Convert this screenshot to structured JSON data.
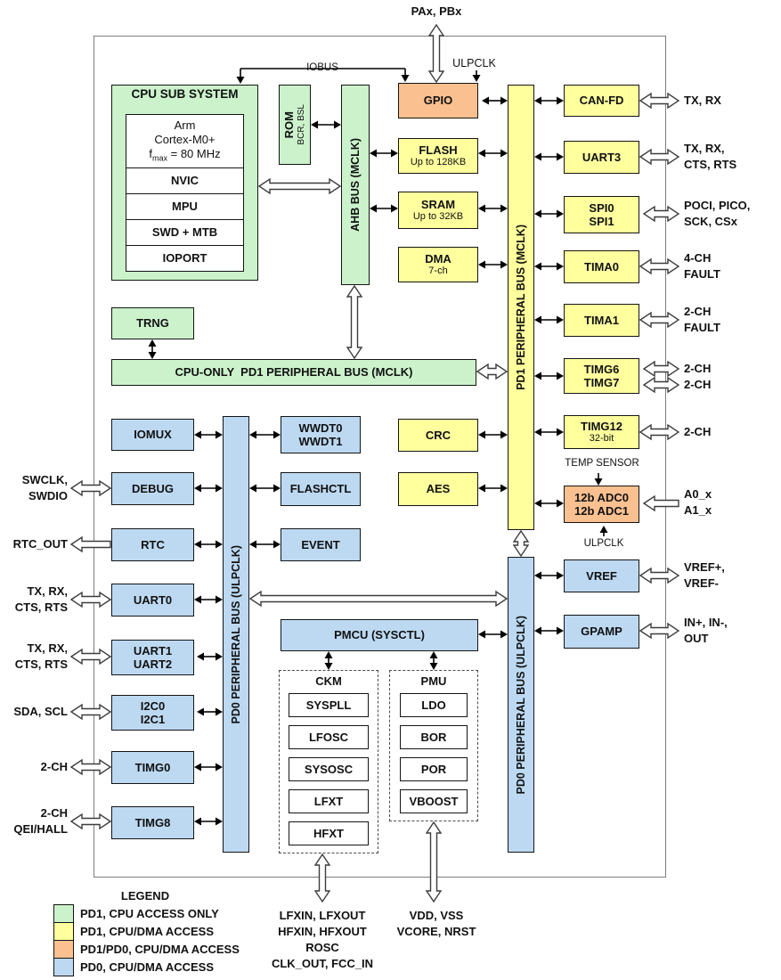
{
  "colors": {
    "pd1_cpu_only": "#ccf2cc",
    "pd1_cpu_dma": "#ffff9e",
    "pd1_pd0_cpu_dma": "#fac090",
    "pd0_cpu_dma": "#bdd9f2"
  },
  "top": {
    "port_pins": "PAx, PBx",
    "ulpclk": "ULPCLK",
    "iobus": "IOBUS"
  },
  "cpu": {
    "title": "CPU SUB SYSTEM",
    "core_line1": "Arm",
    "core_line2": "Cortex-M0+",
    "fmax_prefix": "f",
    "fmax_sub": "max",
    "fmax_suffix": " = 80 MHz",
    "rows": [
      "NVIC",
      "MPU",
      "SWD + MTB",
      "IOPORT"
    ]
  },
  "rom": {
    "title": "ROM",
    "subtitle": "BCR, BSL"
  },
  "buses": {
    "ahb": "AHB BUS (MCLK)",
    "pd1": "PD1 PERIPHERAL BUS (MCLK)",
    "cpu_only": "CPU-ONLY  PD1 PERIPHERAL BUS (MCLK)",
    "pd0_left": "PD0 PERIPHERAL BUS (ULPCLK)",
    "pd0_right": "PD0 PERIPHERAL BUS (ULPCLK)"
  },
  "memory": {
    "gpio": "GPIO",
    "flash": "FLASH",
    "flash_sub": "Up to 128KB",
    "sram": "SRAM",
    "sram_sub": "Up to 32KB",
    "dma": "DMA",
    "dma_sub": "7-ch"
  },
  "pd1_peripherals": {
    "trng": "TRNG",
    "canfd": "CAN-FD",
    "uart3": "UART3",
    "spi0": "SPI0",
    "spi1": "SPI1",
    "tima0": "TIMA0",
    "tima1": "TIMA1",
    "timg6": "TIMG6",
    "timg7": "TIMG7",
    "timg12": "TIMG12",
    "timg12_sub": "32-bit",
    "crc": "CRC",
    "aes": "AES"
  },
  "analog": {
    "temp_sensor": "TEMP SENSOR",
    "adc0": "12b ADC0",
    "adc1": "12b ADC1",
    "ulpclk": "ULPCLK",
    "vref": "VREF",
    "gpamp": "GPAMP"
  },
  "pd0_peripherals": {
    "iomux": "IOMUX",
    "debug": "DEBUG",
    "rtc": "RTC",
    "uart0": "UART0",
    "uart1": "UART1",
    "uart2": "UART2",
    "i2c0": "I2C0",
    "i2c1": "I2C1",
    "timg0": "TIMG0",
    "timg8": "TIMG8",
    "wwdt0": "WWDT0",
    "wwdt1": "WWDT1",
    "flashctl": "FLASHCTL",
    "event": "EVENT",
    "pmcu": "PMCU (SYSCTL)"
  },
  "ckm": {
    "title": "CKM",
    "items": [
      "SYSPLL",
      "LFOSC",
      "SYSOSC",
      "LFXT",
      "HFXT"
    ]
  },
  "pmu": {
    "title": "PMU",
    "items": [
      "LDO",
      "BOR",
      "POR",
      "VBOOST"
    ]
  },
  "pins_left": [
    [
      "SWCLK,",
      "SWDIO"
    ],
    [
      "RTC_OUT"
    ],
    [
      "TX, RX,",
      "CTS, RTS"
    ],
    [
      "TX, RX,",
      "CTS, RTS"
    ],
    [
      "SDA, SCL"
    ],
    [
      "2-CH"
    ],
    [
      "2-CH",
      "QEI/HALL"
    ]
  ],
  "pins_right": [
    [
      "TX, RX"
    ],
    [
      "TX, RX,",
      "CTS, RTS"
    ],
    [
      "POCI, PICO,",
      "SCK, CSx"
    ],
    [
      "4-CH",
      "FAULT"
    ],
    [
      "2-CH",
      "FAULT"
    ],
    [
      "2-CH",
      "2-CH"
    ],
    [
      "2-CH"
    ],
    [
      "A0_x",
      "A1_x"
    ],
    [
      "VREF+,",
      "VREF-"
    ],
    [
      "IN+, IN-,",
      "OUT"
    ]
  ],
  "pins_bottom_left": [
    "LFXIN, LFXOUT",
    "HFXIN, HFXOUT",
    "ROSC",
    "CLK_OUT, FCC_IN"
  ],
  "pins_bottom_right": [
    "VDD, VSS",
    "VCORE, NRST"
  ],
  "legend": {
    "title": "LEGEND",
    "entries": [
      {
        "color": "#ccf2cc",
        "label": "PD1, CPU ACCESS ONLY"
      },
      {
        "color": "#ffff9e",
        "label": "PD1, CPU/DMA ACCESS"
      },
      {
        "color": "#fac090",
        "label": "PD1/PD0, CPU/DMA ACCESS"
      },
      {
        "color": "#bdd9f2",
        "label": "PD0, CPU/DMA ACCESS"
      }
    ]
  }
}
